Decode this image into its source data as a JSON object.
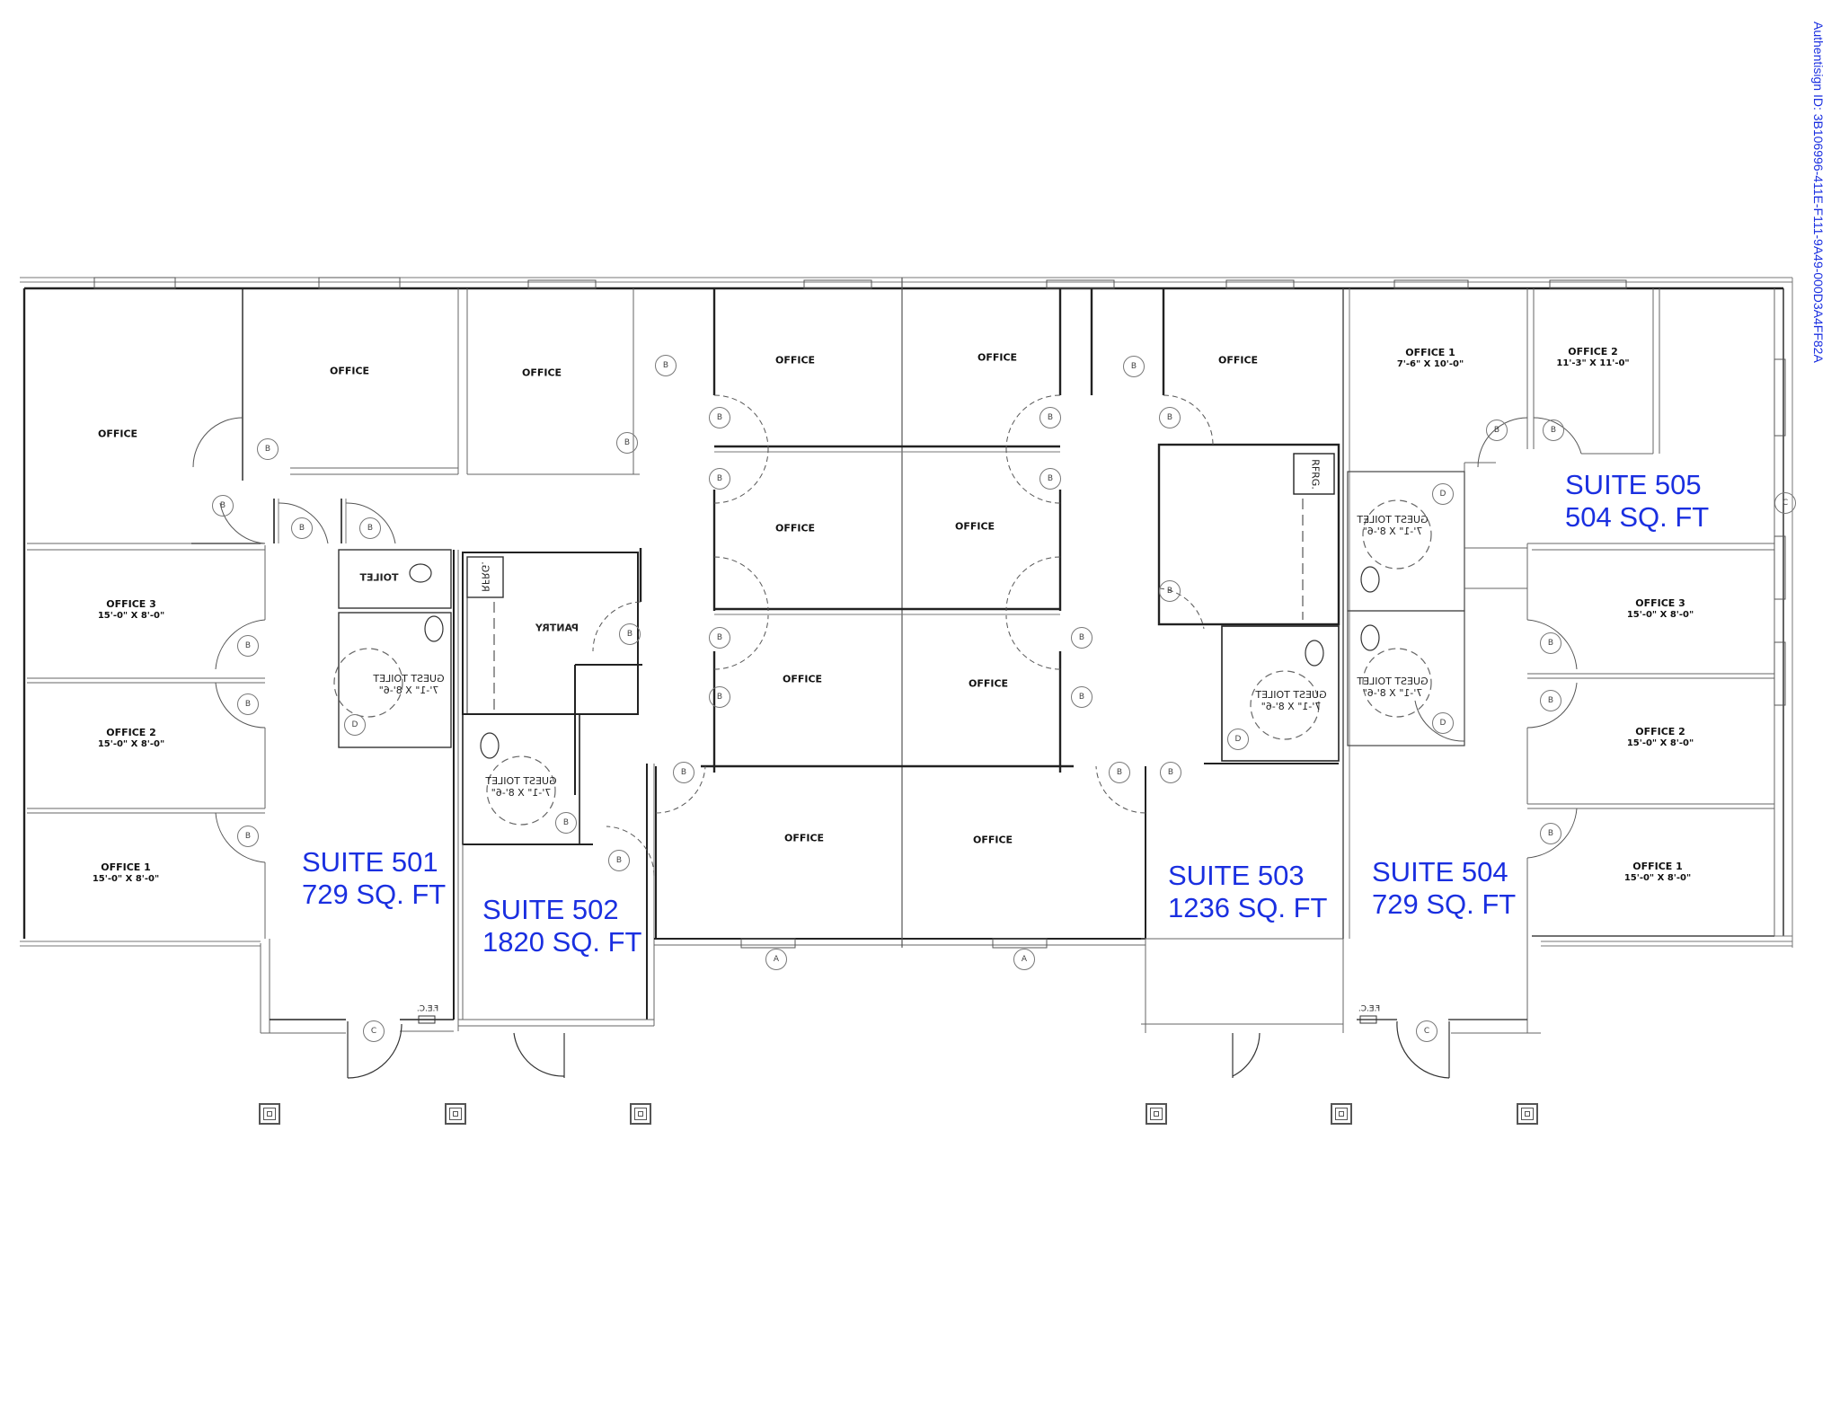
{
  "document": {
    "type": "floor plan",
    "authentisign_id": "Authentisign ID: 3B106996-411E-F111-9A49-000D3A4FF82A"
  },
  "suites": [
    {
      "id": "501",
      "name": "SUITE 501",
      "area": "729 SQ. FT"
    },
    {
      "id": "502",
      "name": "SUITE 502",
      "area": "1820 SQ. FT"
    },
    {
      "id": "503",
      "name": "SUITE 503",
      "area": "1236 SQ. FT"
    },
    {
      "id": "504",
      "name": "SUITE 504",
      "area": "729 SQ. FT"
    },
    {
      "id": "505",
      "name": "SUITE 505",
      "area": "504 SQ. FT"
    }
  ],
  "rooms": {
    "s501": {
      "office_top": {
        "label": "OFFICE"
      },
      "office3": {
        "label": "OFFICE 3",
        "dim": "15'-0\" X 8'-0\""
      },
      "office2": {
        "label": "OFFICE 2",
        "dim": "15'-0\" X 8'-0\""
      },
      "office1": {
        "label": "OFFICE 1",
        "dim": "15'-0\" X 8'-0\""
      },
      "toilet": {
        "label": "TOILET"
      },
      "guest_toilet": {
        "label": "GUEST TOILET",
        "dim": "7'-1\" X 8'-6\""
      }
    },
    "s502": {
      "office_a": {
        "label": "OFFICE"
      },
      "office_b": {
        "label": "OFFICE"
      },
      "office_c": {
        "label": "OFFICE"
      },
      "office_d": {
        "label": "OFFICE"
      },
      "office_e": {
        "label": "OFFICE"
      },
      "office_f": {
        "label": "OFFICE"
      },
      "pantry": {
        "label": "PANTRY"
      },
      "refrig": {
        "label": "RFRG."
      },
      "guest_toilet": {
        "label": "GUEST TOILET",
        "dim": "7'-1\" X 8'-6\""
      }
    },
    "s503": {
      "office_a": {
        "label": "OFFICE"
      },
      "office_b": {
        "label": "OFFICE"
      },
      "office_c": {
        "label": "OFFICE"
      },
      "office_d": {
        "label": "OFFICE"
      },
      "office_e": {
        "label": "OFFICE"
      },
      "refrig": {
        "label": "RFRG."
      },
      "guest_toilet": {
        "label": "GUEST TOILET",
        "dim": "7'-1\" X 8'-6\""
      }
    },
    "s504": {
      "office3": {
        "label": "OFFICE 3",
        "dim": "15'-0\" X 8'-0\""
      },
      "office2": {
        "label": "OFFICE 2",
        "dim": "15'-0\" X 8'-0\""
      },
      "office1": {
        "label": "OFFICE 1",
        "dim": "15'-0\" X 8'-0\""
      },
      "guest_toilet": {
        "label": "GUEST TOILET",
        "dim": "7'-1\" X 8'-6\""
      }
    },
    "s505": {
      "office1": {
        "label": "OFFICE 1",
        "dim": "7'-6\" X 10'-0\""
      },
      "office2": {
        "label": "OFFICE 2",
        "dim": "11'-3\" X 11'-0\""
      },
      "guest_toilet": {
        "label": "GUEST TOILET",
        "dim": "7'-1\" X 8'-6\""
      }
    }
  },
  "door_tags": {
    "A": "A",
    "B": "B",
    "C": "C",
    "D": "D"
  },
  "fixtures": {
    "fec": "F.E.C."
  },
  "colors": {
    "suite_label": "#1a2fe0",
    "wall": "#111111",
    "thin_line": "#666666"
  }
}
